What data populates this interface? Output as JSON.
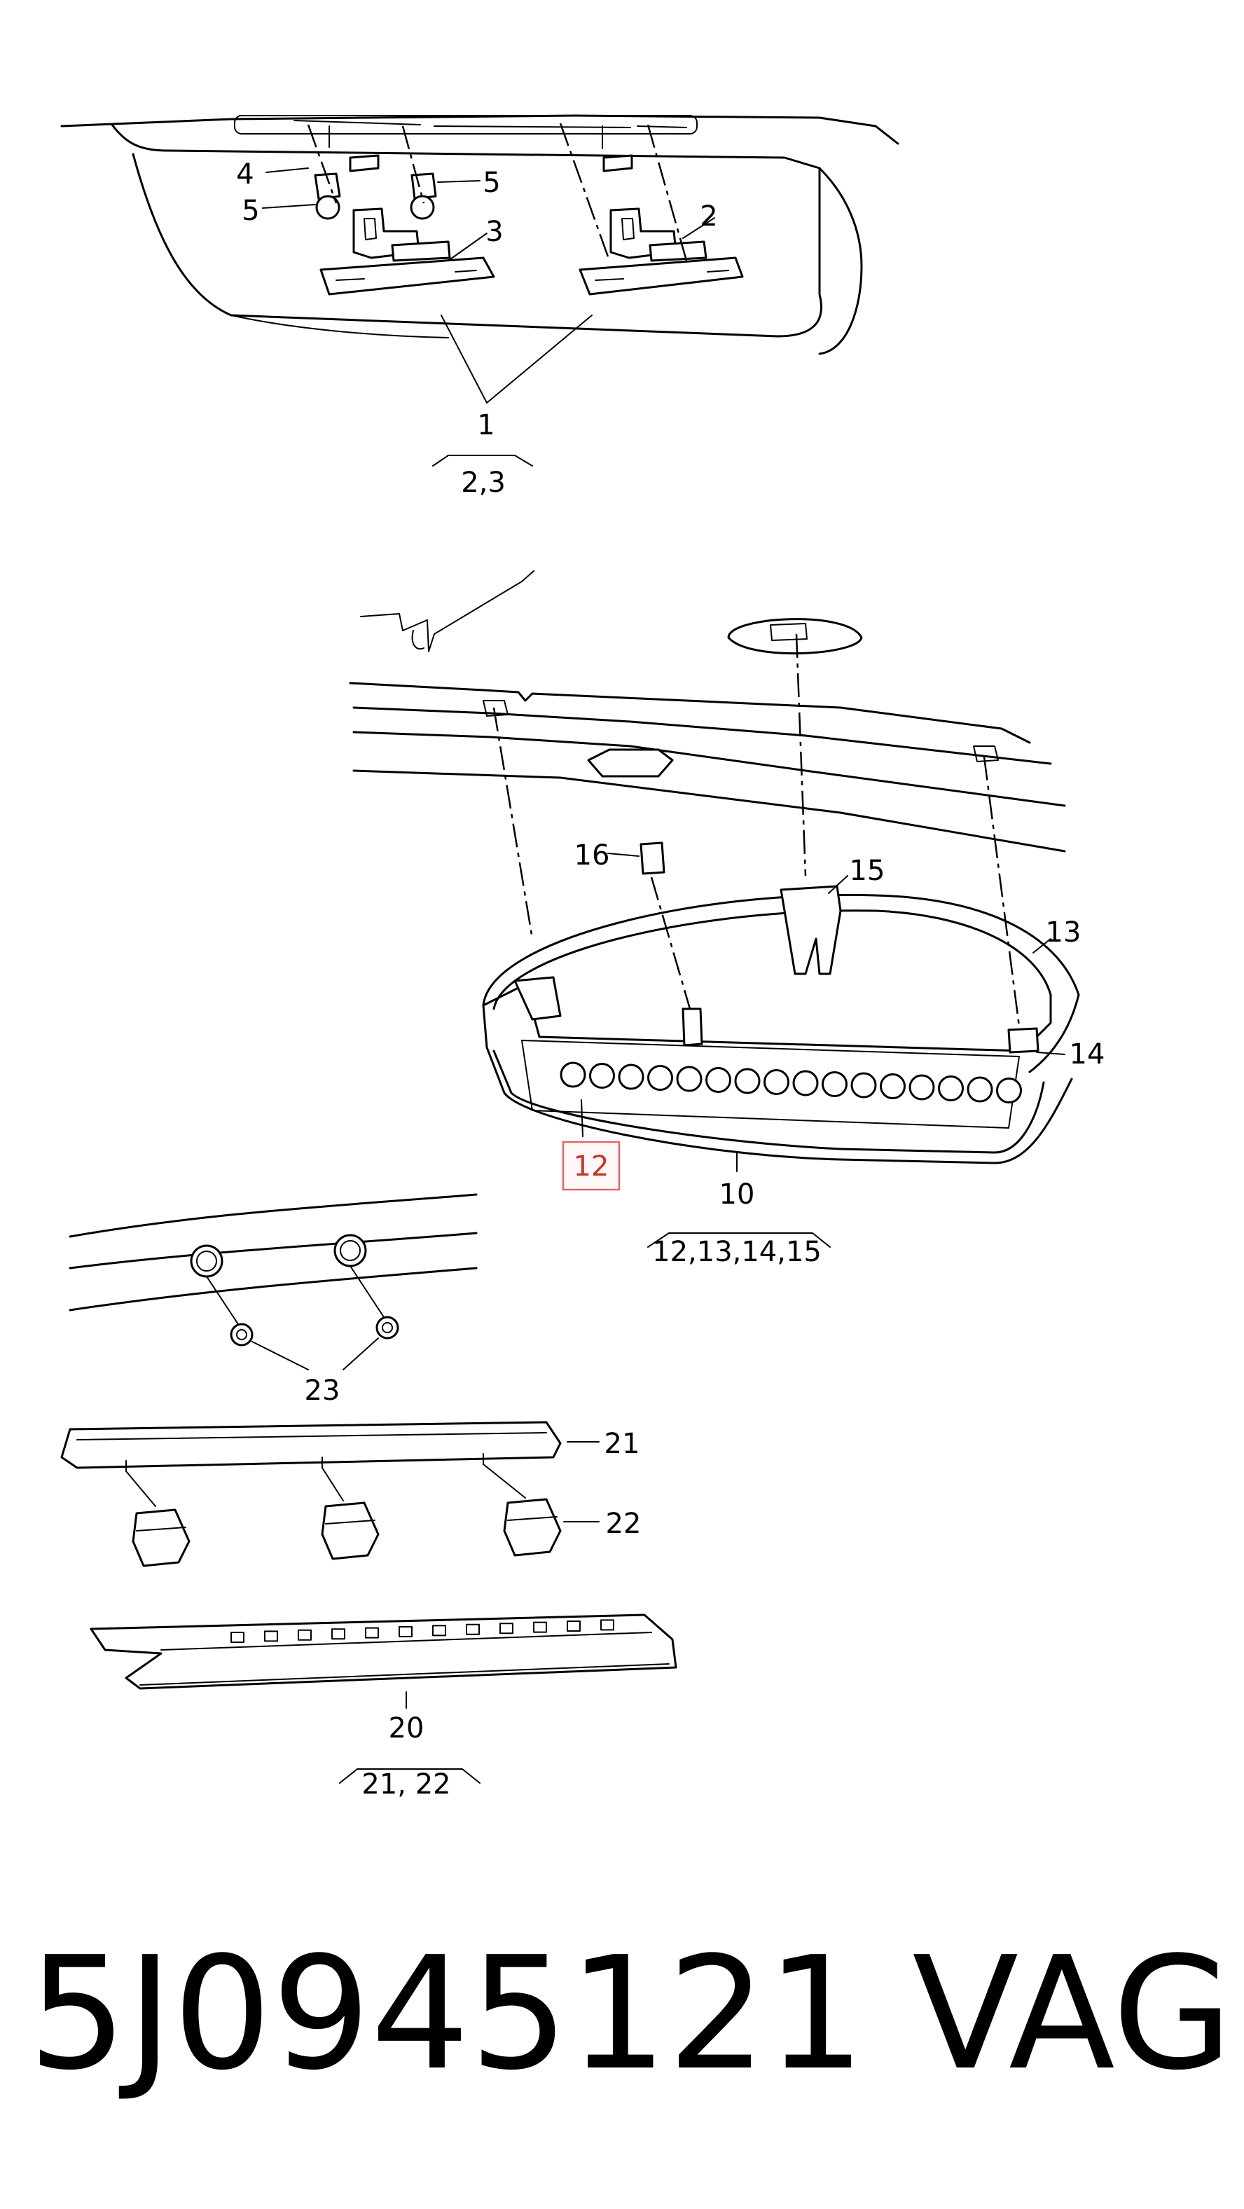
{
  "callouts": {
    "c1": "1",
    "c2": "2",
    "c3": "3",
    "c4": "4",
    "c5a": "5",
    "c5b": "5",
    "c10": "10",
    "c12": "12",
    "c13": "13",
    "c14": "14",
    "c15": "15",
    "c16": "16",
    "c20": "20",
    "c21": "21",
    "c22": "22",
    "c23": "23"
  },
  "groups": {
    "g1": "2,3",
    "g10": "12,13,14,15",
    "g20": "21, 22"
  },
  "highlight": {
    "label": "12",
    "color": "#e06666"
  },
  "footer": {
    "part_number": "5J0945121",
    "brand": "VAG"
  }
}
